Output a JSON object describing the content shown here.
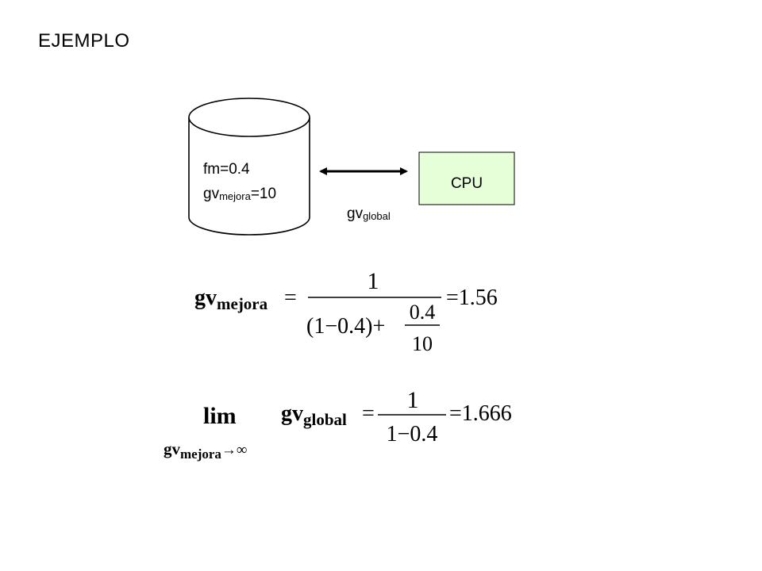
{
  "title": "EJEMPLO",
  "disk": {
    "line1": "fm=0.4",
    "line2_main": "gv",
    "line2_sub": "mejora",
    "line2_tail": "=10"
  },
  "arrow_label": {
    "main": "gv",
    "sub": "global"
  },
  "cpu": {
    "label": "CPU",
    "fill": "#e6ffd9"
  },
  "formula1": {
    "lhs_main": "gv",
    "lhs_sub": "mejora",
    "equals": "=",
    "numerator": "1",
    "denominator_left": "(1−0.4)+",
    "inner_numerator": "0.4",
    "inner_denominator": "10",
    "result": "=1.56"
  },
  "formula2": {
    "lim": "lim",
    "under_main": "gv",
    "under_sub": "mejora",
    "under_arrow": "→∞",
    "lhs_main": "gv",
    "lhs_sub": "global",
    "equals": "=",
    "numerator": "1",
    "denominator": "1−0.4",
    "result": "=1.666"
  }
}
